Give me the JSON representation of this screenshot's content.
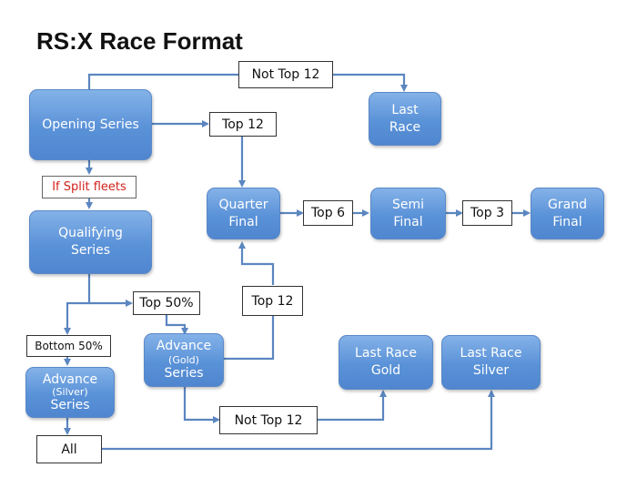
{
  "title": "RS:X Race Format",
  "nodes": {
    "opening_series": "Opening Series",
    "qualifying_series": [
      "Qualifying",
      "Series"
    ],
    "last_race": [
      "Last",
      "Race"
    ],
    "quarter_final": [
      "Quarter",
      "Final"
    ],
    "semi_final": [
      "Semi",
      "Final"
    ],
    "grand_final": [
      "Grand",
      "Final"
    ],
    "advance_gold": [
      "Advance",
      "(Gold)",
      "Series"
    ],
    "advance_silver": [
      "Advance",
      "(Silver)",
      "Series"
    ],
    "last_race_gold": [
      "Last Race",
      "Gold"
    ],
    "last_race_silver": [
      "Last Race",
      "Silver"
    ]
  },
  "labels": {
    "not_top12_upper": "Not Top 12",
    "top12_upper": "Top  12",
    "if_split_fleets": "If Split fleets",
    "top6": "Top 6",
    "top3": "Top 3",
    "top50": "Top 50%",
    "top12_lower": "Top 12",
    "bottom50": "Bottom 50%",
    "not_top12_lower": "Not Top 12",
    "all": "All"
  },
  "colors": {
    "node_fill": "#5a92d8",
    "connector": "#5b86c0",
    "alert_text": "#d3221c"
  }
}
